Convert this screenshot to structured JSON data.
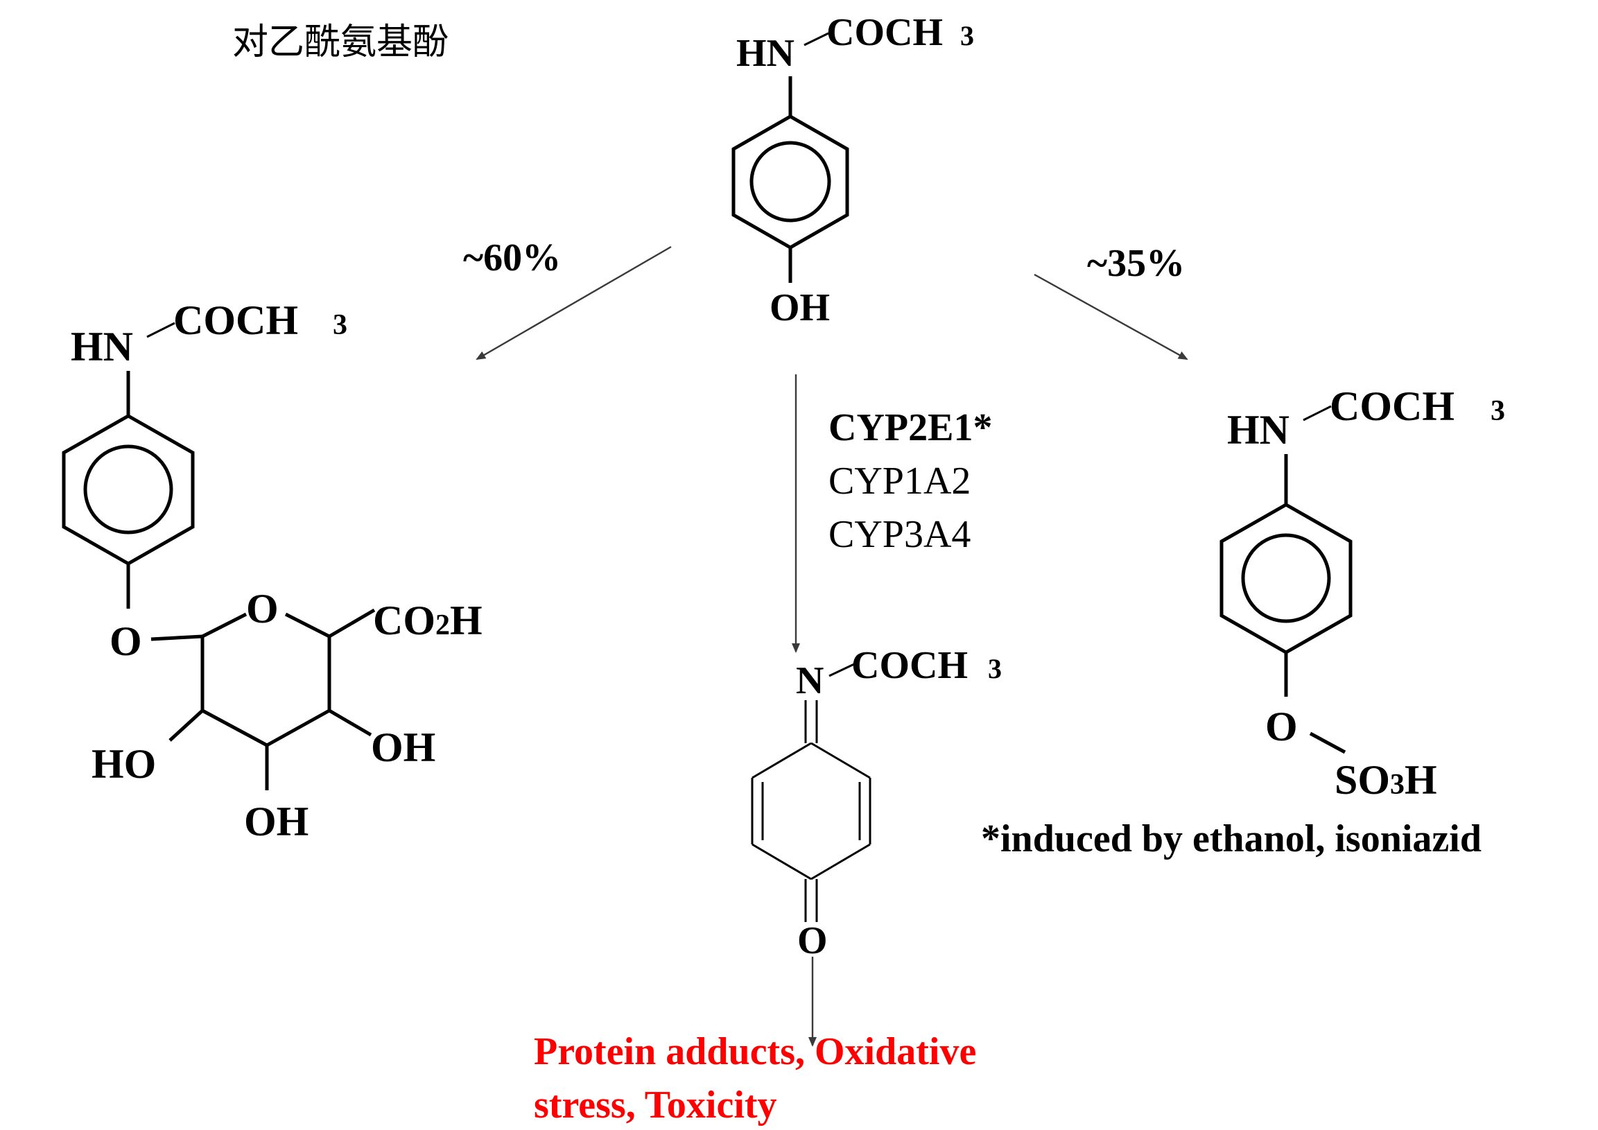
{
  "title_cn": "对乙酰氨基酚",
  "colors": {
    "ink": "#000000",
    "toxic": "#ff0000",
    "arrow": "#3a3a3a"
  },
  "paracetamol": {
    "nh": "HN",
    "acyl": "COCH",
    "acyl_sub": "3",
    "oh": "OH"
  },
  "glucuronide": {
    "percent": "~60%",
    "nh": "HN",
    "acyl": "COCH",
    "acyl_sub": "3",
    "o_link": "O",
    "o_ring": "O",
    "co2h_a": "CO",
    "co2h_sub": "2",
    "co2h_b": "H",
    "oh_right": "OH",
    "oh_bottom": "OH",
    "ho_left": "HO"
  },
  "sulfate": {
    "percent": "~35%",
    "nh": "HN",
    "acyl": "COCH",
    "acyl_sub": "3",
    "o": "O",
    "so3h_a": "SO",
    "so3h_sub": "3",
    "so3h_b": "H"
  },
  "enzymes": {
    "main": "CYP2E1*",
    "second": "CYP1A2",
    "third": "CYP3A4"
  },
  "napqi": {
    "n": "N",
    "acyl": "COCH",
    "acyl_sub": "3",
    "o": "O"
  },
  "footnote": "*induced by ethanol, isoniazid",
  "toxicity": {
    "line1": "Protein adducts, Oxidative",
    "line2": "stress, Toxicity"
  }
}
